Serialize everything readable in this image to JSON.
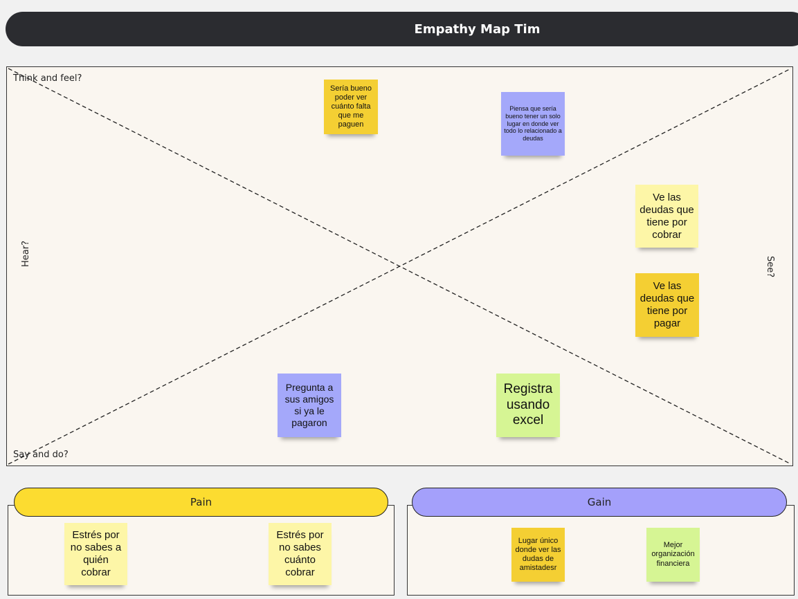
{
  "title": "Empathy Map Tim",
  "quadrants": {
    "think_feel": "Think and feel?",
    "say_do": "Say and do?",
    "hear": "Hear?",
    "see": "See?"
  },
  "stickies": {
    "s1": "Sería bueno poder ver cuánto falta que me paguen",
    "s2": "Piensa que sería bueno tener un solo lugar en donde ver todo lo relacionado a deudas",
    "s3": "Ve las deudas que tiene por cobrar",
    "s4": "Ve las deudas que tiene por pagar",
    "s5": "Pregunta a sus amigos si ya le pagaron",
    "s6": "Registra usando excel"
  },
  "pain": {
    "label": "Pain",
    "items": [
      "Estrés por no sabes a quién cobrar",
      "Estrés por no sabes cuánto cobrar"
    ]
  },
  "gain": {
    "label": "Gain",
    "items": [
      "Lugar único donde ver las dudas de amistadesr",
      "Mejor organización financiera"
    ]
  },
  "colors": {
    "title_bar": "#2b2c30",
    "canvas": "#faf6f0",
    "sticky_yellow": "#f4cf33",
    "sticky_light_yellow": "#fdf6a7",
    "sticky_blue": "#a4a8fa",
    "sticky_green": "#d6f594",
    "pain_pill": "#fcdc30",
    "gain_pill": "#a4a0fb"
  }
}
